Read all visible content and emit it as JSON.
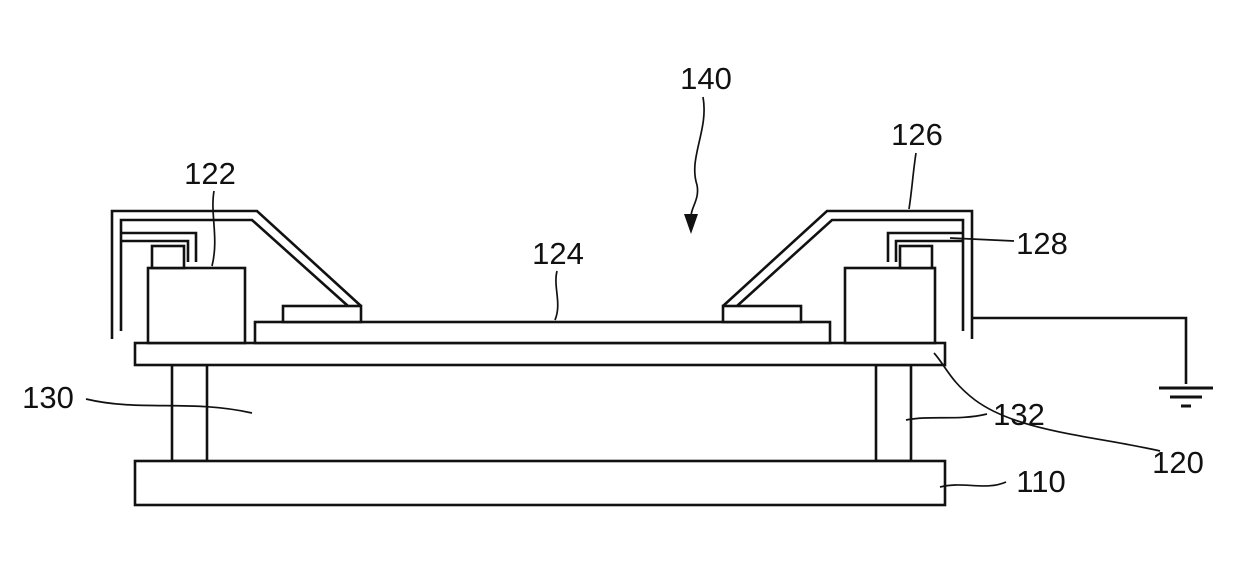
{
  "colors": {
    "line": "#111111",
    "background": "#ffffff"
  },
  "reference_numerals": {
    "r110": "110",
    "r120": "120",
    "r122": "122",
    "r124": "124",
    "r126": "126",
    "r128": "128",
    "r130": "130",
    "r132": "132",
    "r140": "140"
  }
}
